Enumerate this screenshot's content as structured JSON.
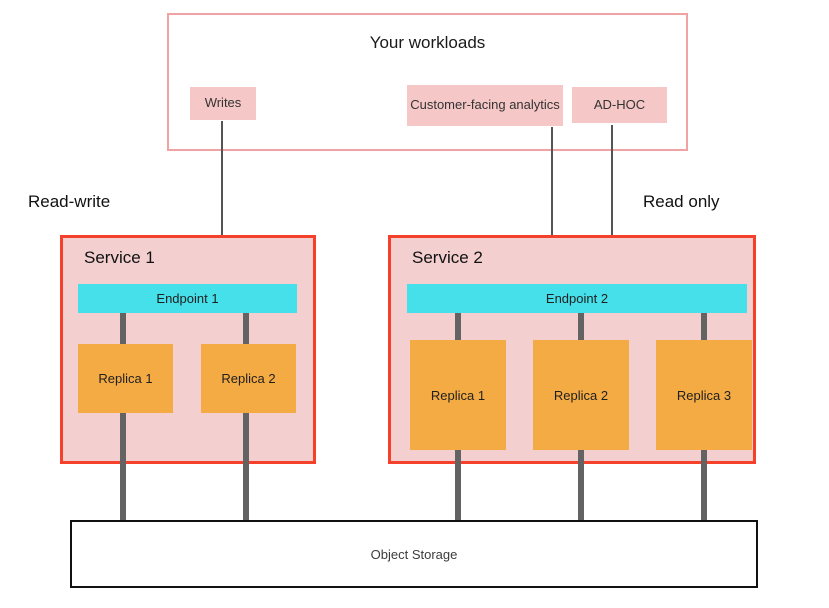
{
  "workloads": {
    "title": "Your workloads",
    "items": [
      {
        "label": "Writes"
      },
      {
        "label": "Customer-facing analytics"
      },
      {
        "label": "AD-HOC"
      }
    ]
  },
  "labels": {
    "read_write": "Read-write",
    "read_only": "Read only"
  },
  "services": [
    {
      "name": "Service 1",
      "endpoint": "Endpoint 1",
      "replicas": [
        "Replica 1",
        "Replica 2"
      ]
    },
    {
      "name": "Service 2",
      "endpoint": "Endpoint 2",
      "replicas": [
        "Replica 1",
        "Replica 2",
        "Replica 3"
      ]
    }
  ],
  "storage": {
    "label": "Object Storage"
  },
  "colors": {
    "workloads_border": "#f1a3a3",
    "workload_item_bg": "#f6c7c7",
    "service_border": "#f5402c",
    "service_bg": "#f3cfcf",
    "endpoint_bg": "#45e0e9",
    "replica_bg": "#f5ab44",
    "connector": "#636363",
    "arrow": "#555555",
    "storage_border": "#111111"
  }
}
